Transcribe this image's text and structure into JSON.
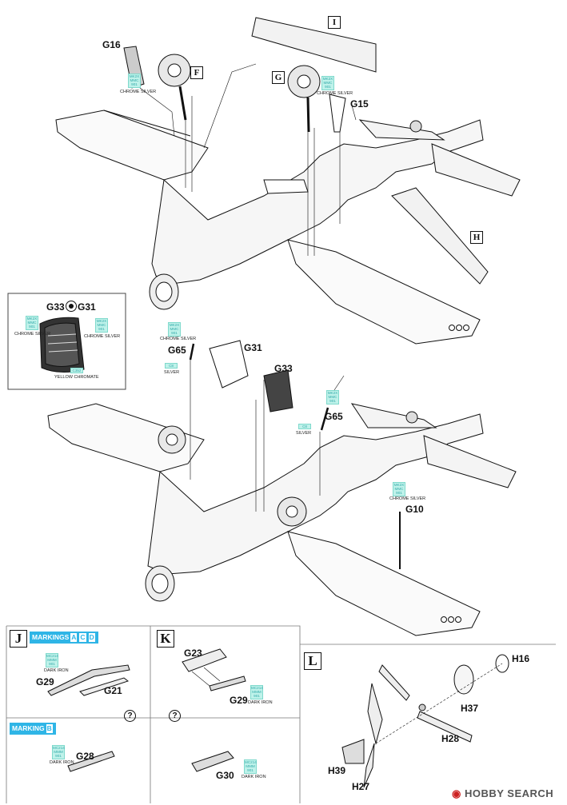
{
  "callouts": {
    "G16": "G16",
    "F": "F",
    "G": "G",
    "G15": "G15",
    "I": "I",
    "H": "H",
    "G33_top": "G33",
    "G31_top": "G31",
    "G65_a": "G65",
    "G31": "G31",
    "G33": "G33",
    "G65_b": "G65",
    "G10": "G10",
    "J": "J",
    "K": "K",
    "L": "L",
    "G23": "G23",
    "G29_j": "G29",
    "G21": "G21",
    "G29_k": "G29",
    "G28": "G28",
    "G30": "G30",
    "H16": "H16",
    "H37": "H37",
    "H28": "H28",
    "H39": "H39",
    "H27": "H27"
  },
  "paint_chips": {
    "chrome": {
      "l1": "MK2X",
      "l2": "MMC",
      "l3": "901"
    },
    "silver": {
      "l1": "C8"
    },
    "yellow": {
      "l1": "C352"
    },
    "iron": {
      "l1": "MC214",
      "l2": "MMM",
      "l3": "901"
    }
  },
  "paint_names": {
    "chrome_silver": "CHROME SILVER",
    "silver": "SILVER",
    "yellow_chromate": "YELLOW CHROMATE",
    "dark_iron": "DARK IRON"
  },
  "markings": {
    "label_acd": "MARKINGS",
    "letters_acd": [
      "A",
      "C",
      "D"
    ],
    "label_b": "MARKING",
    "letters_b": [
      "B"
    ]
  },
  "question_mark": "?",
  "watermark": "HOBBY SEARCH",
  "colors": {
    "chip": "#bff2ea",
    "marking_blue": "#2fb5e6",
    "line": "#111111"
  }
}
